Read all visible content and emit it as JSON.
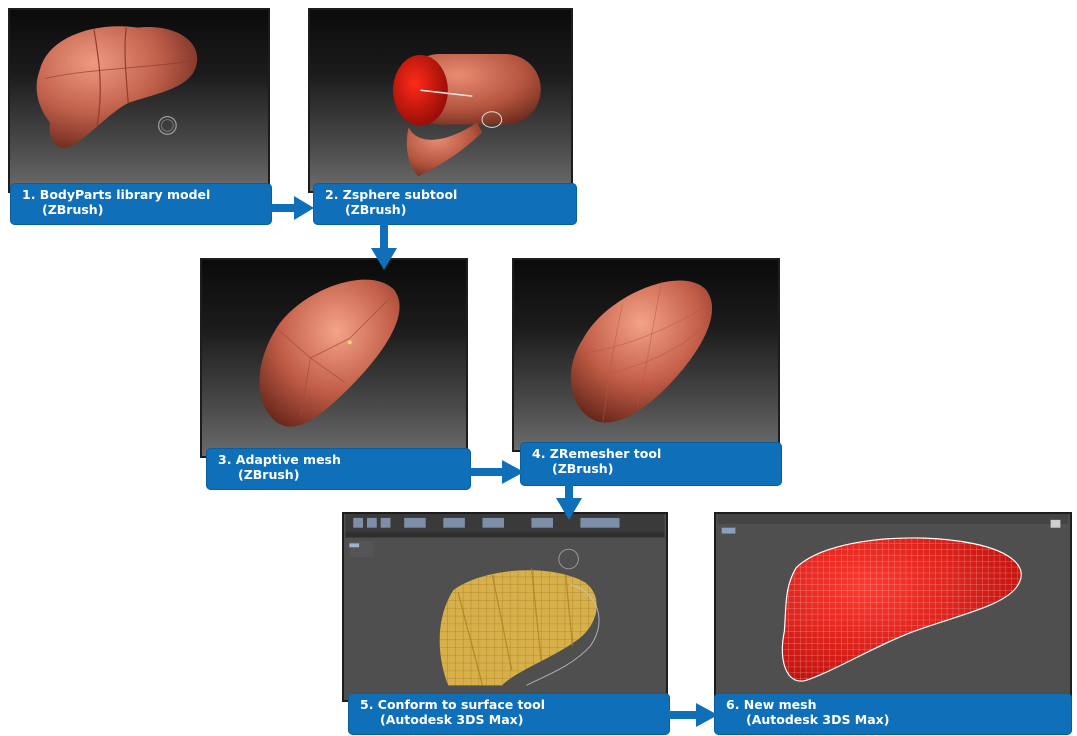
{
  "colors": {
    "label_bg": "#0f6fb8",
    "arrow": "#0f6fb8",
    "label_text": "#ffffff",
    "mesh_base": "#c0604b"
  },
  "steps": [
    {
      "line1": "1.  BodyParts library model",
      "line2": "(ZBrush)"
    },
    {
      "line1": "2. Zsphere subtool",
      "line2": "(ZBrush)"
    },
    {
      "line1": "3. Adaptive mesh",
      "line2": "(ZBrush)"
    },
    {
      "line1": "4. ZRemesher tool",
      "line2": "(ZBrush)"
    },
    {
      "line1": "5. Conform to surface tool",
      "line2": "(Autodesk 3DS Max)"
    },
    {
      "line1": "6. New mesh",
      "line2": "(Autodesk 3DS Max)"
    }
  ]
}
